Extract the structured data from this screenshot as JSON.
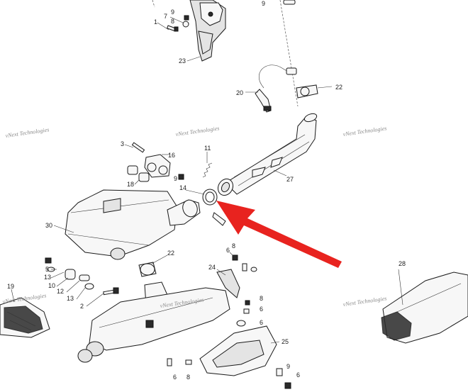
{
  "callouts": {
    "c1": "1",
    "c7": "7",
    "c9a": "9",
    "c8a": "8",
    "c9b": "9",
    "c23": "23",
    "c20": "20",
    "c22a": "22",
    "c3": "3",
    "c16": "16",
    "c11": "11",
    "c27": "27",
    "c18": "18",
    "c9c": "9",
    "c14": "14",
    "c30": "30",
    "c8b": "8",
    "c5": "5",
    "c13a": "13",
    "c22b": "22",
    "c6a": "6",
    "c24": "24",
    "c10": "10",
    "c12": "12",
    "c13b": "13",
    "c2": "2",
    "c19": "19",
    "c8c": "8",
    "c6b": "6",
    "c28": "28",
    "c6c": "6",
    "c25": "25",
    "c6d": "6",
    "c8d": "8",
    "c9d": "9",
    "c6e": "6"
  },
  "watermark": "vNext Technologies",
  "arrow_color": "#e8231f"
}
